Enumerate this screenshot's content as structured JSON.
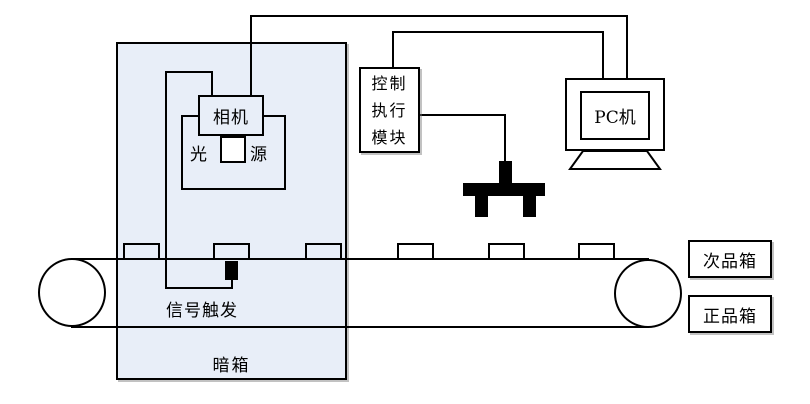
{
  "labels": {
    "camera": "相机",
    "light_left": "光",
    "light_right": "源",
    "control_module": [
      "控制",
      "执行",
      "模块"
    ],
    "pc": "PC机",
    "signal_trigger": "信号触发",
    "dark_box": "暗箱",
    "reject_bin": "次品箱",
    "accept_bin": "正品箱"
  },
  "colors": {
    "dark_box_fill": "#e8eef8",
    "line": "#000000",
    "actuator_fill": "#000000",
    "box_fill": "#ffffff"
  }
}
